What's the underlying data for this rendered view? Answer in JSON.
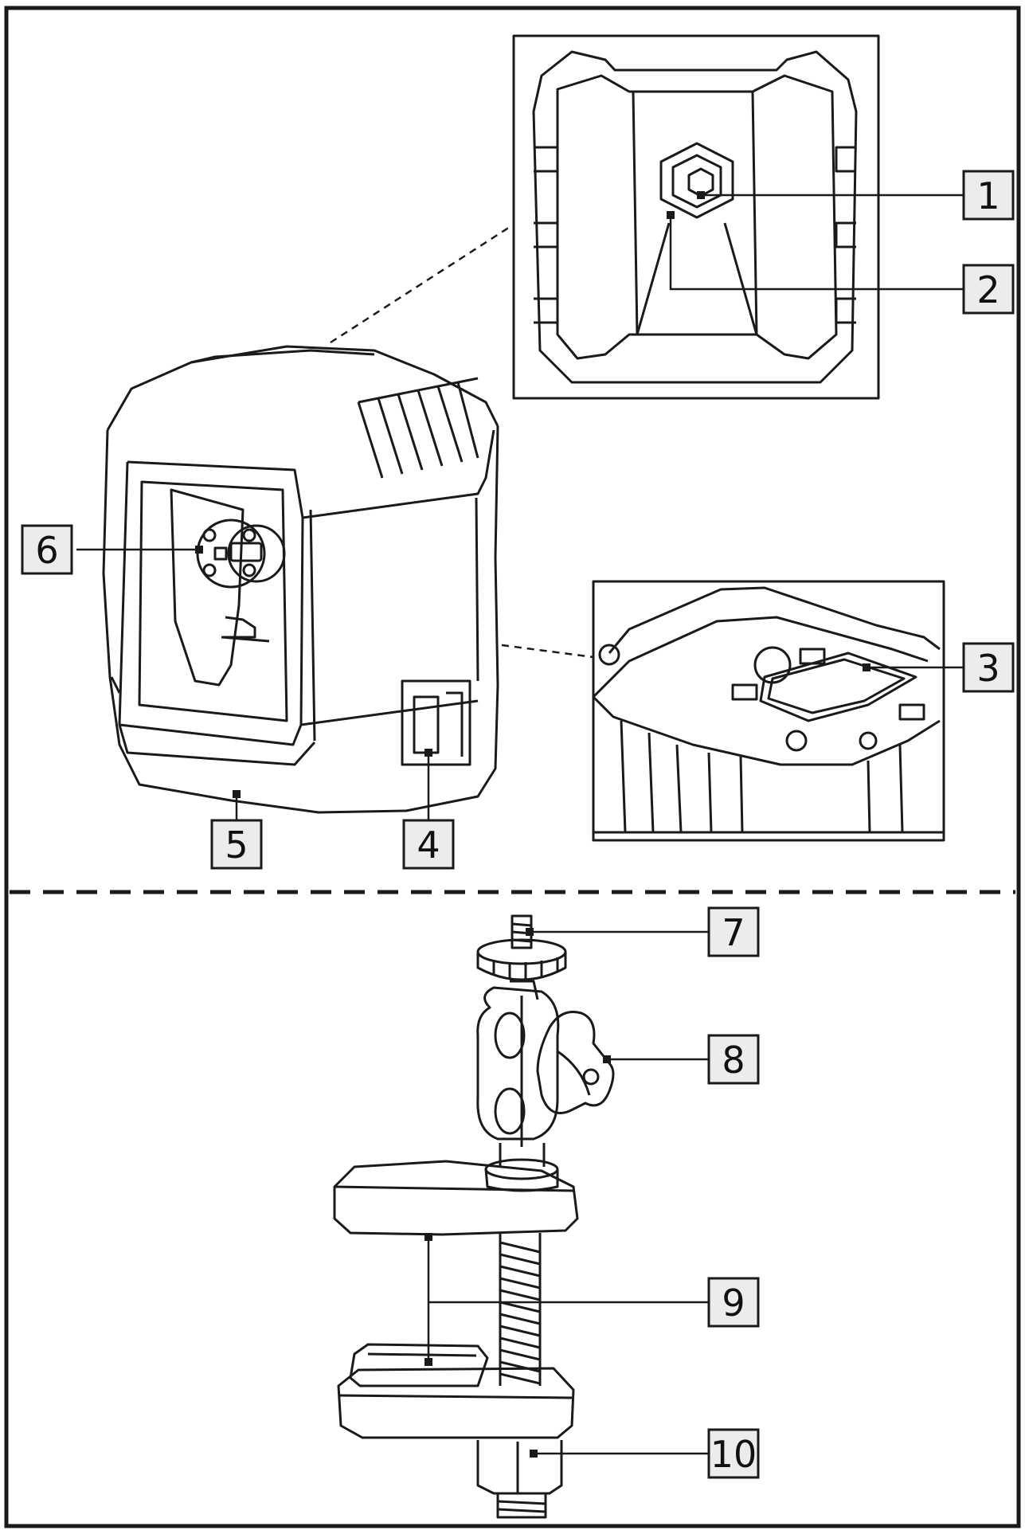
{
  "callouts": [
    {
      "id": "1",
      "label": "1"
    },
    {
      "id": "2",
      "label": "2"
    },
    {
      "id": "3",
      "label": "3"
    },
    {
      "id": "4",
      "label": "4"
    },
    {
      "id": "5",
      "label": "5"
    },
    {
      "id": "6",
      "label": "6"
    },
    {
      "id": "7",
      "label": "7"
    },
    {
      "id": "8",
      "label": "8"
    },
    {
      "id": "9",
      "label": "9"
    },
    {
      "id": "10",
      "label": "10"
    }
  ],
  "colors": {
    "line": "#1a1a1a",
    "label_fill": "#ececec",
    "background": "#ffffff"
  }
}
